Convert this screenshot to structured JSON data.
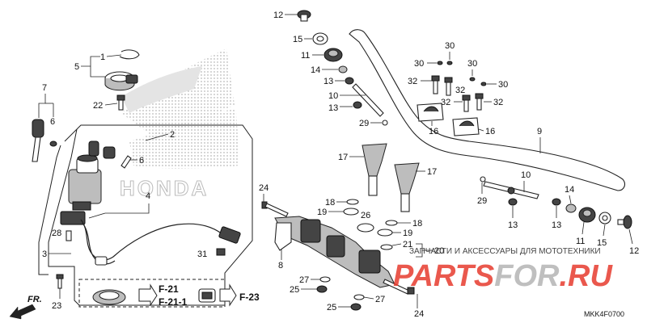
{
  "diagram": {
    "code": "MKK4F0700",
    "front_label": "FR.",
    "watermark": {
      "text": "ЗАПЧАСТИ И АКСЕССУАРЫ ДЛЯ МОТОТЕХНИКИ",
      "brand_red": "PARTS",
      "brand_mid": "FOR",
      "brand_end": ".RU",
      "logo_text": "HONDA",
      "color": "#e63b2e"
    },
    "references": [
      "F-21",
      "F-21-1",
      "F-23"
    ],
    "callouts": {
      "c1": "1",
      "c2": "2",
      "c3": "3",
      "c4": "4",
      "c5": "5",
      "c6": "6",
      "c6b": "6",
      "c7": "7",
      "c8": "8",
      "c9": "9",
      "c10": "10",
      "c10b": "10",
      "c11": "11",
      "c11b": "11",
      "c12": "12",
      "c12b": "12",
      "c13": "13",
      "c13b": "13",
      "c13c": "13",
      "c13d": "13",
      "c14": "14",
      "c14b": "14",
      "c15": "15",
      "c15b": "15",
      "c16": "16",
      "c16b": "16",
      "c17": "17",
      "c17b": "17",
      "c18": "18",
      "c18b": "18",
      "c19": "19",
      "c19b": "19",
      "c20": "20",
      "c21": "21",
      "c22": "22",
      "c23": "23",
      "c24": "24",
      "c24b": "24",
      "c25": "25",
      "c25b": "25",
      "c26": "26",
      "c27": "27",
      "c27b": "27",
      "c28": "28",
      "c29": "29",
      "c29b": "29",
      "c30": "30",
      "c30b": "30",
      "c30c": "30",
      "c30d": "30",
      "c31": "31",
      "c32": "32",
      "c32b": "32",
      "c32c": "32",
      "c32d": "32"
    }
  }
}
